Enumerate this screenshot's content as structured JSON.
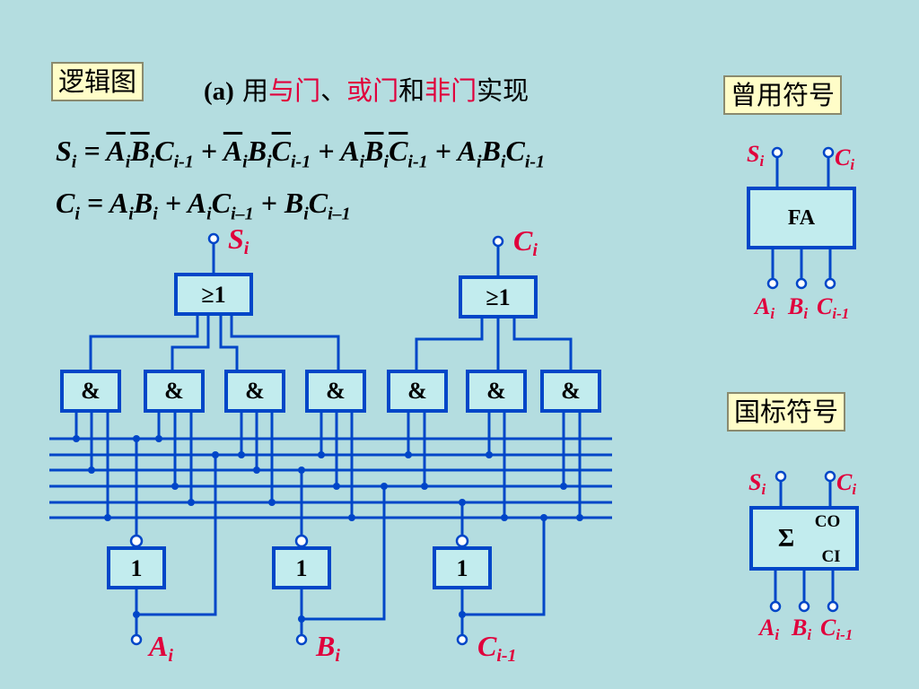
{
  "header": {
    "label": "逻辑图"
  },
  "title": {
    "prefix": "(a)",
    "use": "用",
    "and_gate": "与门",
    "sep": "、",
    "or_gate": "或门",
    "and_word": "和",
    "not_gate": "非门",
    "realize": "实现"
  },
  "equations": {
    "sum": "Si = A̅iB̅iCi-1 + A̅iBiC̅i-1 + AiB̅iC̅i-1 + AiBiCi-1",
    "carry": "Ci = AiBi + AiCi-1 + BiCi-1"
  },
  "circuit": {
    "or_symbol": "≥1",
    "and_symbol": "&",
    "not_symbol": "1",
    "out_s": "S",
    "out_c": "C",
    "in_a": "A",
    "in_b": "B",
    "in_c": "C",
    "sub_i": "i",
    "sub_i1": "i-1"
  },
  "common_symbol": {
    "label": "曾用符号",
    "block": "FA"
  },
  "national_symbol": {
    "label": "国标符号",
    "sigma": "Σ",
    "co": "CO",
    "ci": "CI"
  }
}
